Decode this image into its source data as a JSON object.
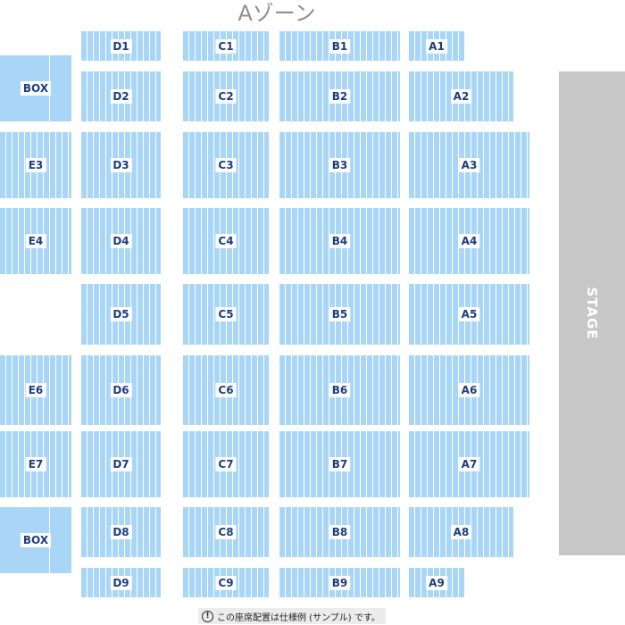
{
  "zone_title": "Aゾーン",
  "stage_label": "STAGE",
  "notice": {
    "icon": "exclamation-circle-icon",
    "text": "この座席配置は仕様例 (サンプル) です。"
  },
  "colors": {
    "seat_block": "#a9d6f6",
    "label_text": "#1d3d80",
    "stage": "#c7c7c7",
    "title": "#8f8f8f"
  },
  "blocks": {
    "a1": "A1",
    "a2": "A2",
    "a3": "A3",
    "a4": "A4",
    "a5": "A5",
    "a6": "A6",
    "a7": "A7",
    "a8": "A8",
    "a9": "A9",
    "b1": "B1",
    "b2": "B2",
    "b3": "B3",
    "b4": "B4",
    "b5": "B5",
    "b6": "B6",
    "b7": "B7",
    "b8": "B8",
    "b9": "B9",
    "c1": "C1",
    "c2": "C2",
    "c3": "C3",
    "c4": "C4",
    "c5": "C5",
    "c6": "C6",
    "c7": "C7",
    "c8": "C8",
    "c9": "C9",
    "d1": "D1",
    "d2": "D2",
    "d3": "D3",
    "d4": "D4",
    "d5": "D5",
    "d6": "D6",
    "d7": "D7",
    "d8": "D8",
    "d9": "D9",
    "e3": "E3",
    "e4": "E4",
    "e6": "E6",
    "e7": "E7",
    "box_top": "BOX",
    "box_bottom": "BOX"
  }
}
